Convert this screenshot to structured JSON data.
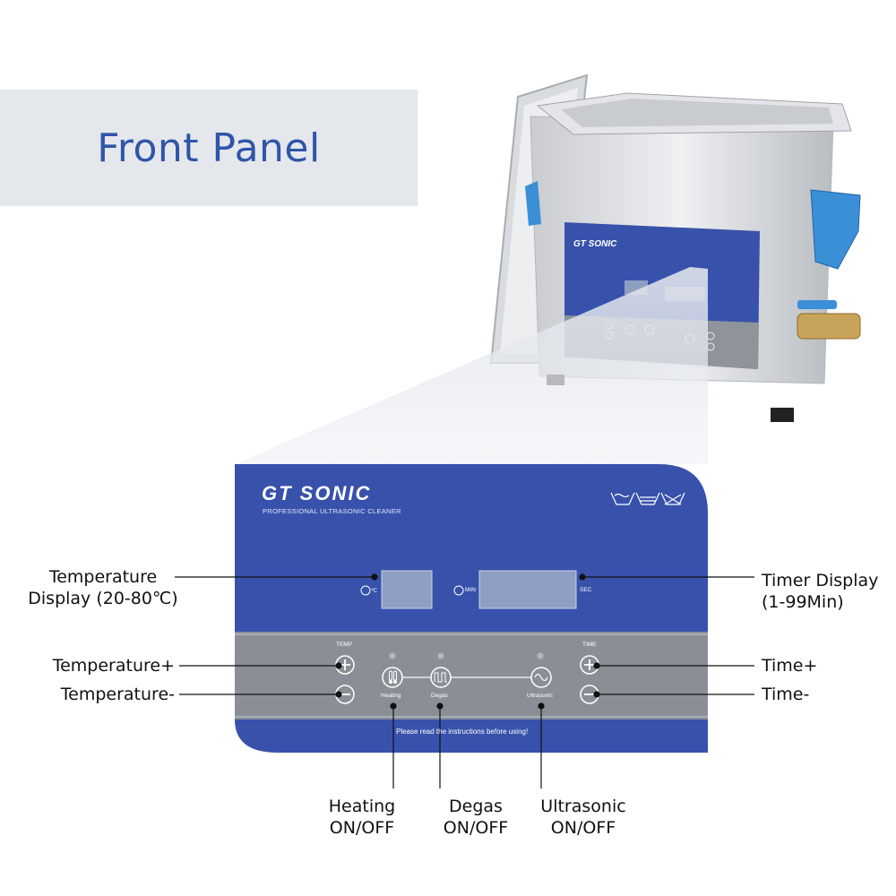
{
  "title": "Front Panel",
  "panel": {
    "brand": "GT SONIC",
    "tagline": "PROFESSIONAL ULTRASONIC CLEANER",
    "temp_unit": "℃",
    "timer_min_label": "MIN",
    "timer_sec_label": "SEC",
    "temp_group_label": "TEMP",
    "time_group_label": "TIME",
    "heating_label": "Heating",
    "degas_label": "Degas",
    "ultrasonic_label": "Ultrasonic",
    "notice": "Please read the instructions before using!"
  },
  "callouts": {
    "temp_display_line1": "Temperature",
    "temp_display_line2": "Display (20-80℃)",
    "timer_display_line1": "Timer Display",
    "timer_display_line2": "(1-99Min)",
    "temp_plus": "Temperature+",
    "temp_minus": "Temperature-",
    "time_plus": "Time+",
    "time_minus": "Time-",
    "heating_line1": "Heating",
    "heating_line2": "ON/OFF",
    "degas_line1": "Degas",
    "degas_line2": "ON/OFF",
    "ultrasonic_line1": "Ultrasonic",
    "ultrasonic_line2": "ON/OFF"
  },
  "colors": {
    "panel_blue": "#3852ab",
    "panel_gray": "#8a8f97",
    "display": "#8f9fc4",
    "title_text": "#2f55a8",
    "title_band": "#e4e7ec"
  }
}
